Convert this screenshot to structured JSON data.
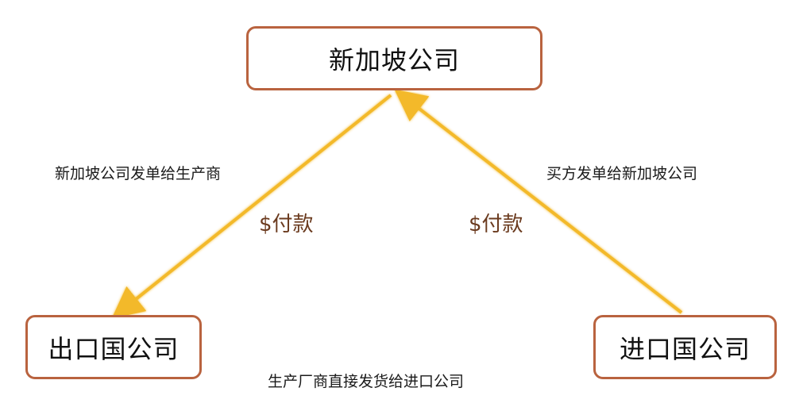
{
  "nodes": {
    "top": "新加坡公司",
    "left": "出口国公司",
    "right": "进口国公司"
  },
  "edges": {
    "left_label": "新加坡公司发单给生产商",
    "right_label": "买方发单给新加坡公司",
    "bottom_label": "生产厂商直接发货给进口公司",
    "left_payment": "$付款",
    "right_payment": "$付款"
  },
  "colors": {
    "node_border": "#b9633f",
    "arrow": "#f3b92b"
  }
}
